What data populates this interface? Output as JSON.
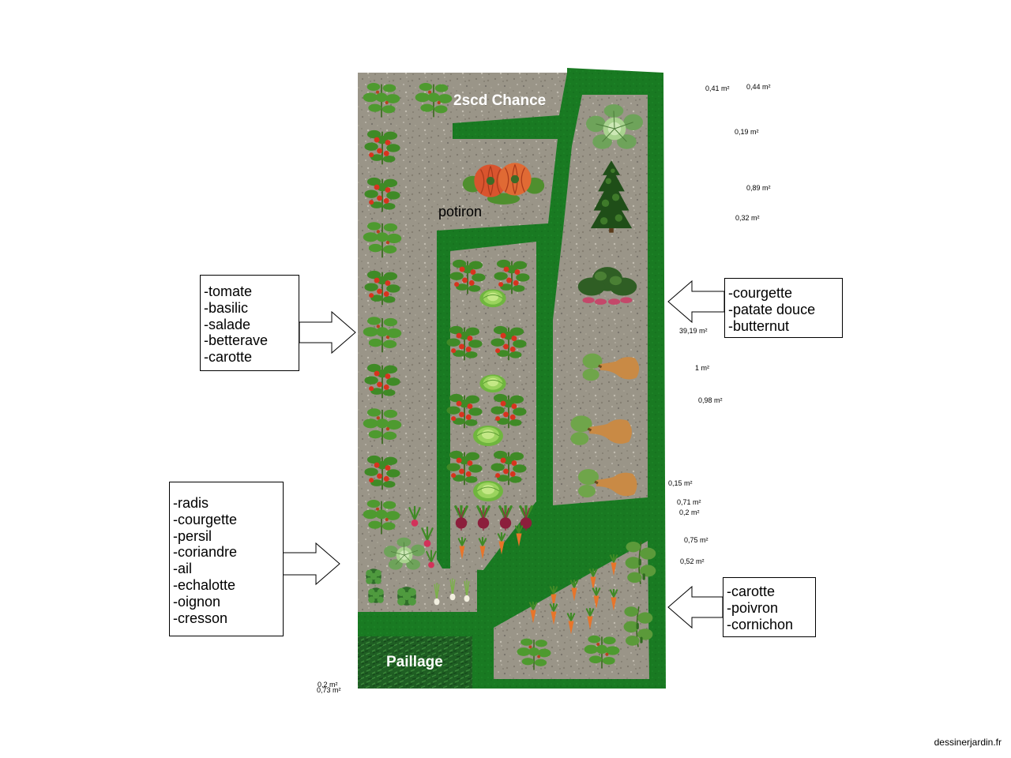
{
  "zones": {
    "second_chance": "2scd Chance",
    "potiron": "potiron",
    "paillage": "Paillage"
  },
  "legends": {
    "left_top": [
      "-tomate",
      "-basilic",
      "-salade",
      "-betterave",
      "-carotte"
    ],
    "left_bottom": [
      "-radis",
      "-courgette",
      "-persil",
      "-coriandre",
      "-ail",
      "-echalotte",
      "-oignon",
      "-cresson"
    ],
    "right_top": [
      "-courgette",
      "-patate douce",
      "-butternut"
    ],
    "right_bottom": [
      "-carotte",
      "-poivron",
      "-cornichon"
    ]
  },
  "areas": [
    "0,41 m²",
    "0,44 m²",
    "0,19 m²",
    "0,89 m²",
    "0,32 m²",
    "39,19 m²",
    "1 m²",
    "0,98 m²",
    "0,15 m²",
    "0,71 m²",
    "0,2 m²",
    "0,75 m²",
    "0,52 m²",
    "0,2 m²",
    "0,73 m²"
  ],
  "credit": "dessinerjardin.fr",
  "colors": {
    "path_green": "#197a22",
    "gravel": "#9a9588",
    "mulch": "#1f5e23",
    "tomato_red": "#d8331e",
    "carrot_orange": "#e8752a",
    "butternut": "#c98a45"
  },
  "icons": [
    "tomato-plant-icon",
    "lettuce-icon",
    "carrot-icon",
    "beet-icon",
    "butternut-icon",
    "pumpkin-icon",
    "cabbage-icon",
    "conifer-icon",
    "cucumber-plant-icon",
    "pepper-plant-icon",
    "herb-icon",
    "onion-icon",
    "arrow-right-icon",
    "arrow-left-icon"
  ]
}
